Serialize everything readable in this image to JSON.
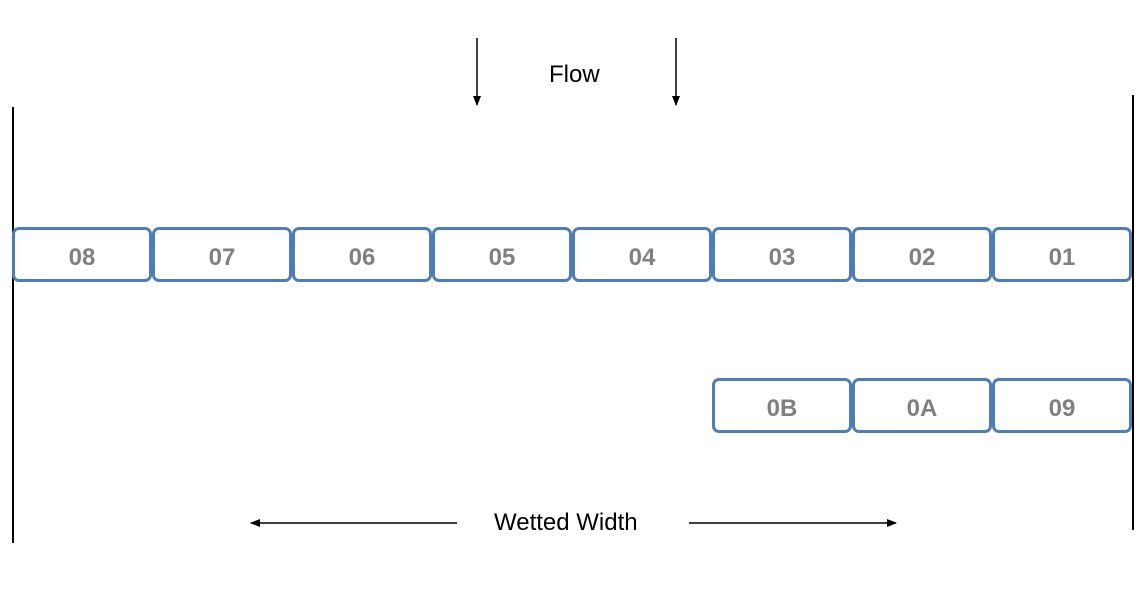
{
  "labels": {
    "flow": "Flow",
    "wetted_width": "Wetted Width"
  },
  "rows": {
    "top": [
      "08",
      "07",
      "06",
      "05",
      "04",
      "03",
      "02",
      "01"
    ],
    "bottom": [
      "0B",
      "0A",
      "09"
    ]
  },
  "colors": {
    "box_border": "#4f7db8",
    "box_text": "#808080",
    "lines": "#000000"
  }
}
